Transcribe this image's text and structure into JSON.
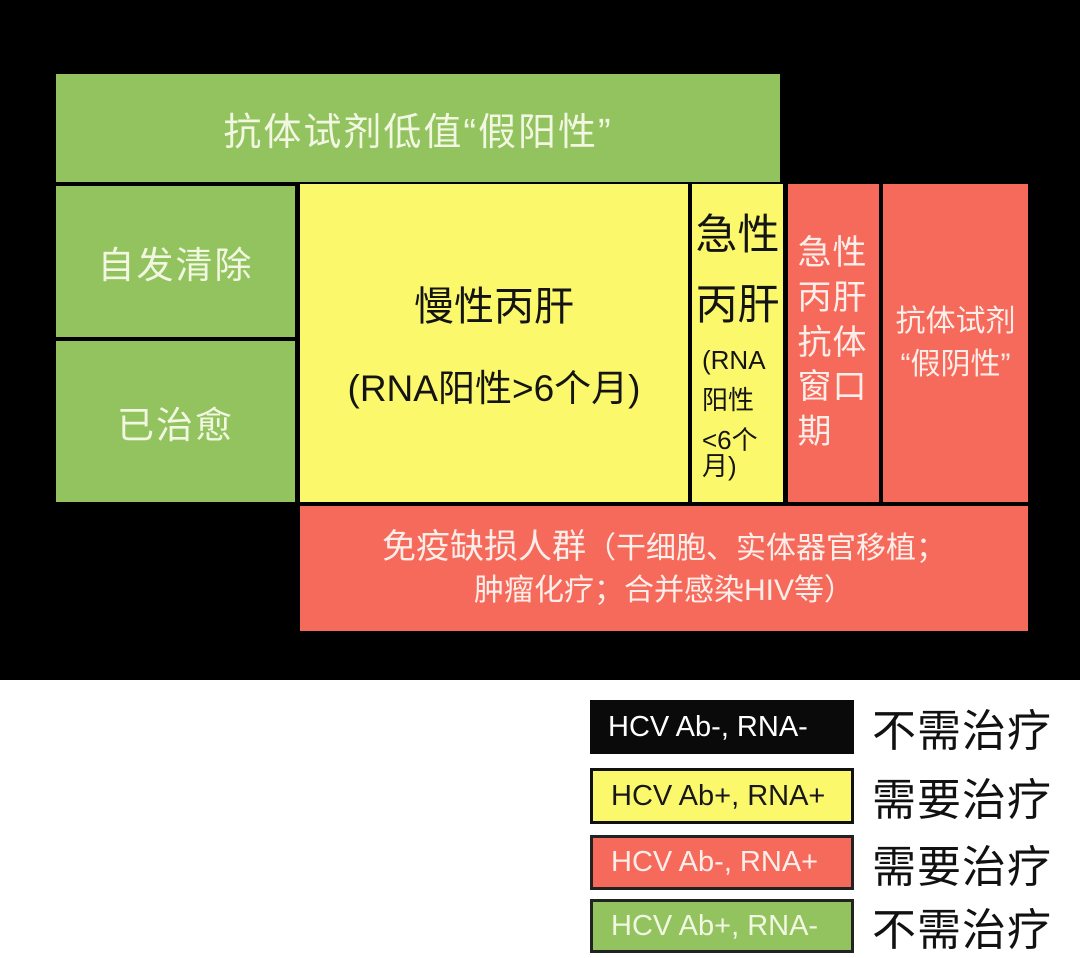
{
  "diagram": {
    "top_band": {
      "label": "抗体试剂低值“假阳性”"
    },
    "left_col": [
      {
        "label": "自发清除"
      },
      {
        "label": "已治愈"
      }
    ],
    "chronic": {
      "line1": "慢性丙肝",
      "line2": "(RNA阳性>6个月)"
    },
    "acute": {
      "line1": "急性",
      "line2": "丙肝",
      "sub": [
        "(RNA",
        "阳性",
        "<6个月)"
      ]
    },
    "window": {
      "label": "急性丙肝抗体窗口期"
    },
    "false_negative": {
      "line1": "抗体试剂",
      "line2": "“假阴性”"
    },
    "immunodeficient": {
      "title": "免疫缺损人群",
      "paren1": "（干细胞、实体器官移植；",
      "line2": "肿瘤化疗；合并感染HIV等）"
    }
  },
  "legend": {
    "rows": [
      {
        "box_label": "HCV Ab-, RNA-",
        "result": "不需治疗",
        "color": "#0a0a0a",
        "text_color": "#ffffff"
      },
      {
        "box_label": "HCV Ab+, RNA+",
        "result": "需要治疗",
        "color": "#fbf96b",
        "text_color": "#181818"
      },
      {
        "box_label": "HCV Ab-, RNA+",
        "result": "需要治疗",
        "color": "#f66a5b",
        "text_color": "#ffffff"
      },
      {
        "box_label": "HCV Ab+, RNA-",
        "result": "不需治疗",
        "color": "#92c35f",
        "text_color": "#ffffff"
      }
    ]
  },
  "colors": {
    "background_top": "#000000",
    "background_bottom": "#ffffff",
    "green": "#92c35f",
    "yellow": "#fbf96b",
    "red": "#f66a5b",
    "legend_text": "#111111"
  }
}
